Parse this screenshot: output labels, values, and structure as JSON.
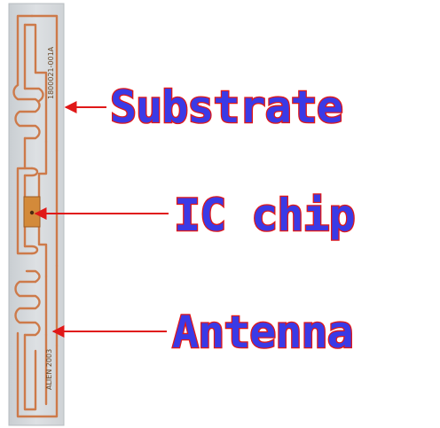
{
  "labels": {
    "substrate": "Substrate",
    "ic_chip": "IC chip",
    "antenna": "Antenna"
  },
  "tag_markings": {
    "top_code": "1800021-001A",
    "bottom_code": "ALIEN 2003"
  },
  "colors": {
    "label_fill": "#3a3ae6",
    "label_outline": "#e01818",
    "arrow": "#e01818",
    "substrate": "#d6dadd",
    "antenna_trace": "#cd7a4a",
    "chip": "#d38a3a"
  }
}
